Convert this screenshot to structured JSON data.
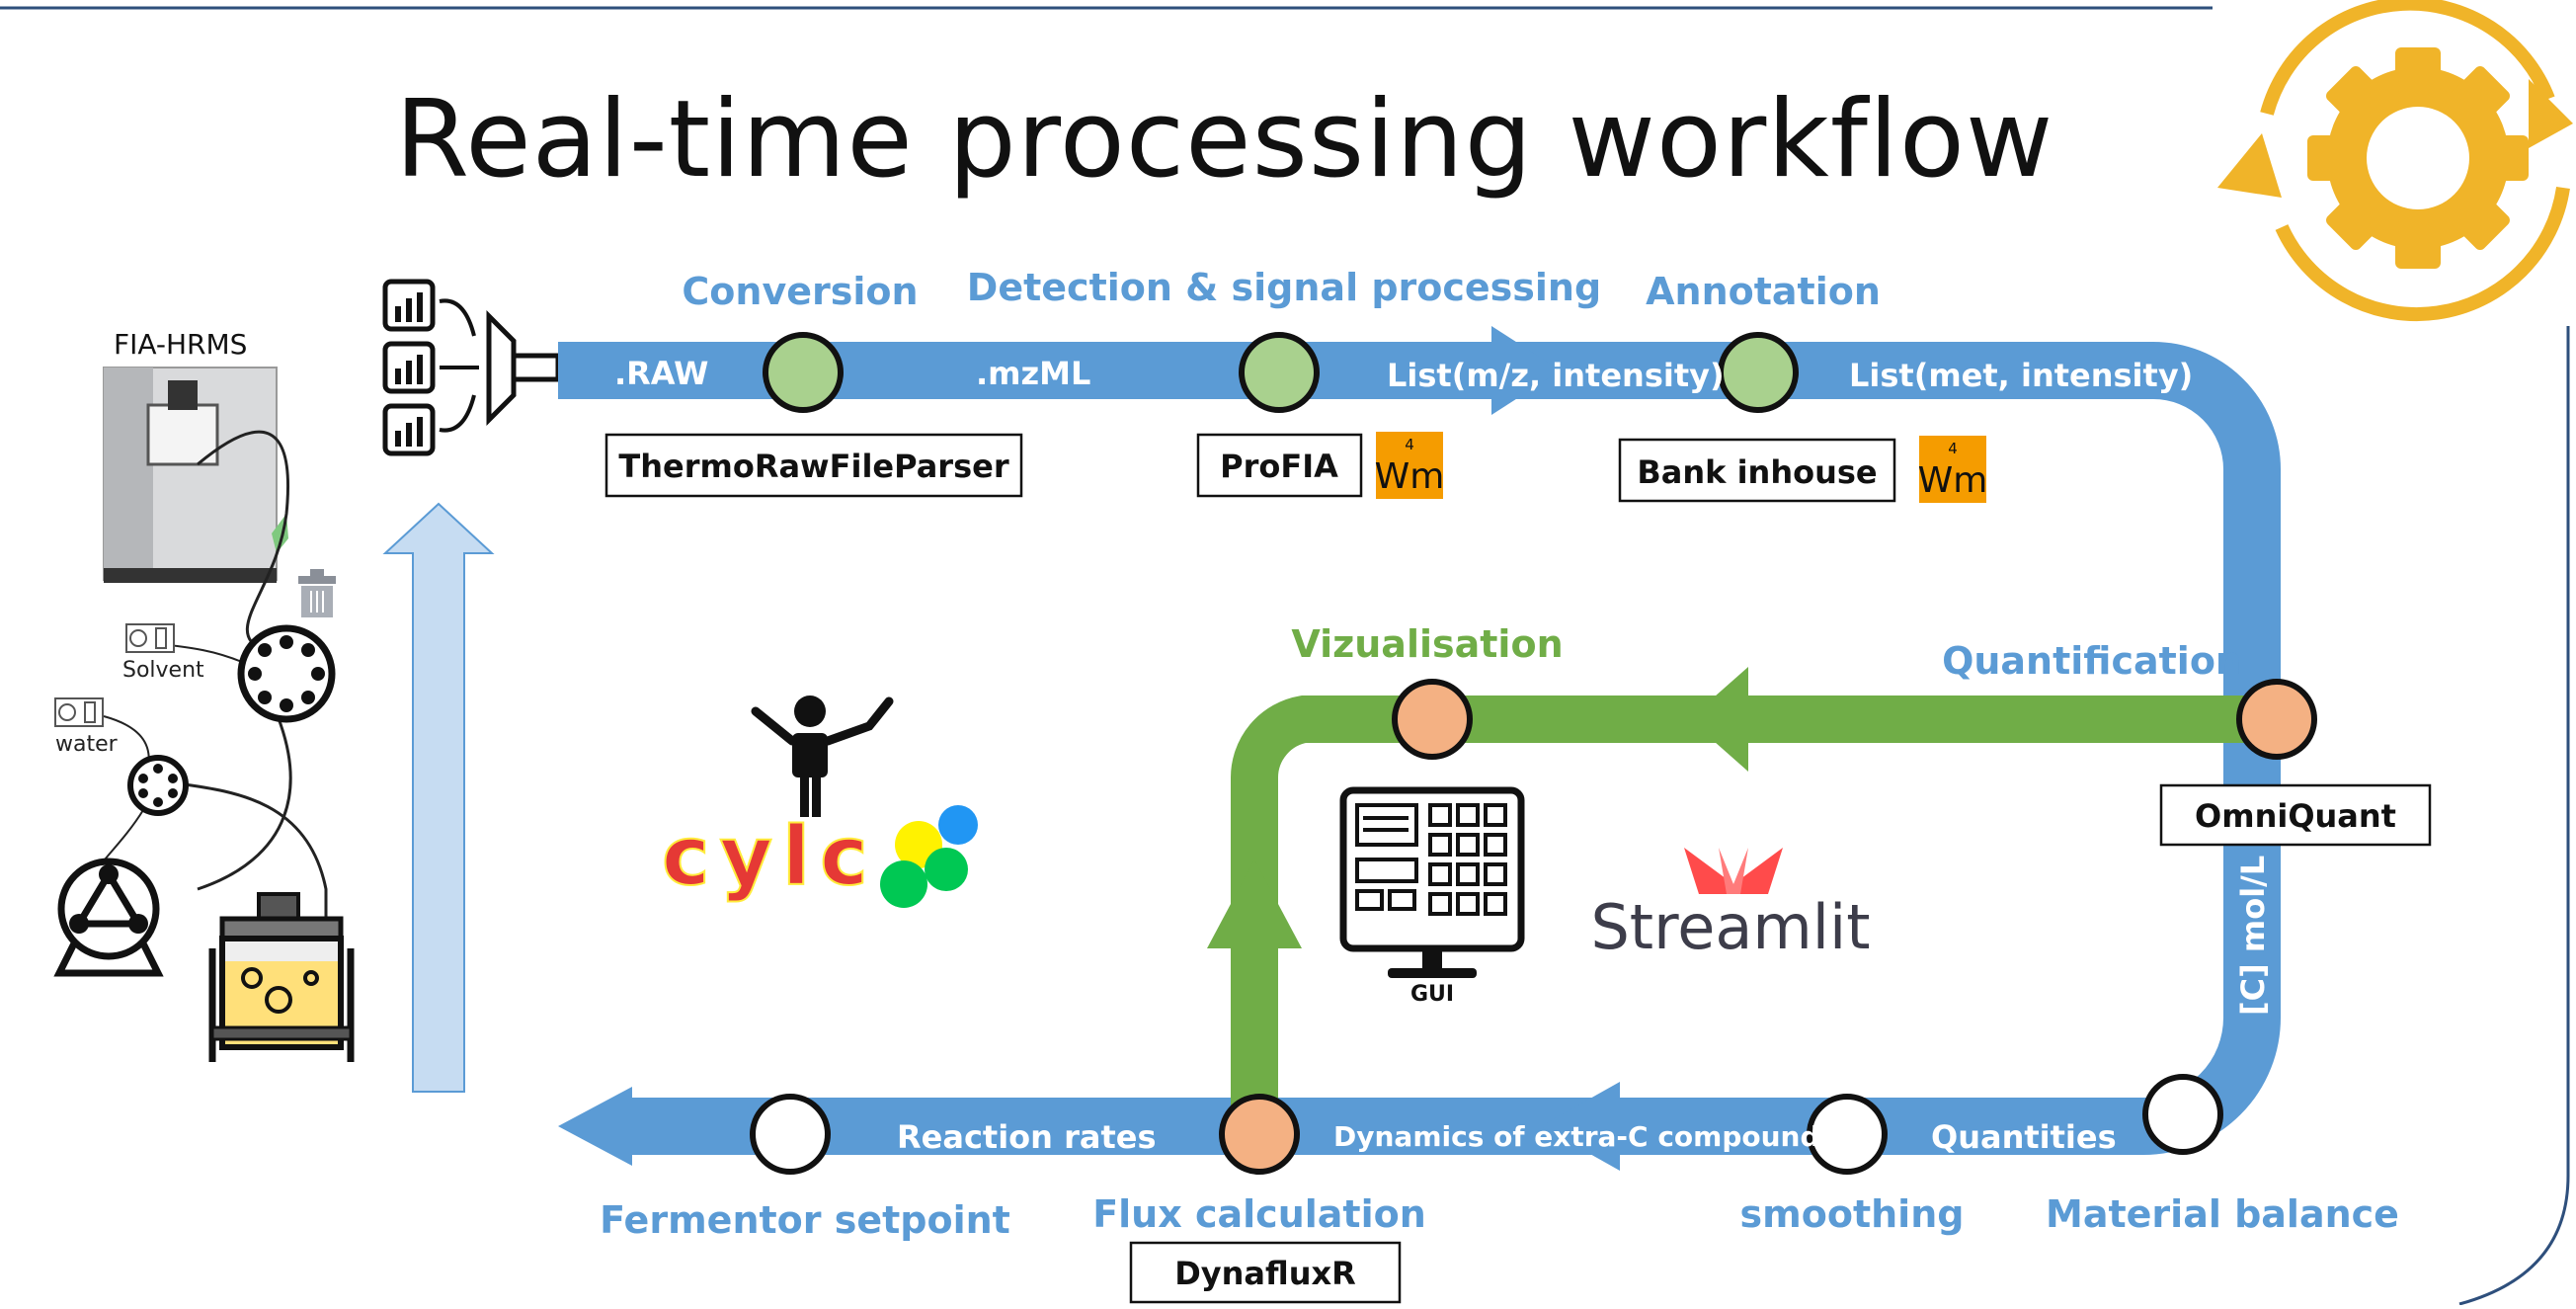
{
  "title": "Real-time processing workflow",
  "instrument": {
    "label": "FIA-HRMS",
    "solvent_label": "Solvent",
    "water_label": "water"
  },
  "top_flow": {
    "steps": [
      "Conversion",
      "Detection & signal processing",
      "Annotation"
    ],
    "data_labels": [
      ".RAW",
      ".mzML",
      "List(m/z, intensity)",
      "List(met, intensity)"
    ],
    "tools": [
      "ThermoRawFileParser",
      "ProFIA",
      "Bank inhouse"
    ],
    "wm_logo": {
      "superscript": "4",
      "text": "Wm"
    }
  },
  "right_flow": {
    "step": "Quantification",
    "tool": "OmniQuant",
    "unit_label": "[C] mol/L"
  },
  "bottom_flow": {
    "steps": [
      "Fermentor setpoint",
      "Flux calculation",
      "smoothing",
      "Material balance"
    ],
    "data_labels": [
      "Reaction rates",
      "Dynamics of extra-C compounds",
      "Quantities"
    ],
    "tool": "DynafluxR"
  },
  "visualization": {
    "step": "Vizualisation",
    "gui_label": "GUI",
    "streamlit_label": "Streamlit"
  },
  "cylc_label": "cylc",
  "colors": {
    "blue_arrow": "#5b9bd5",
    "green_arrow": "#70ad47",
    "node_green": "#a9d18e",
    "node_orange": "#f4b183",
    "gear": "#f0b429",
    "wm_logo": "#f59c00"
  }
}
